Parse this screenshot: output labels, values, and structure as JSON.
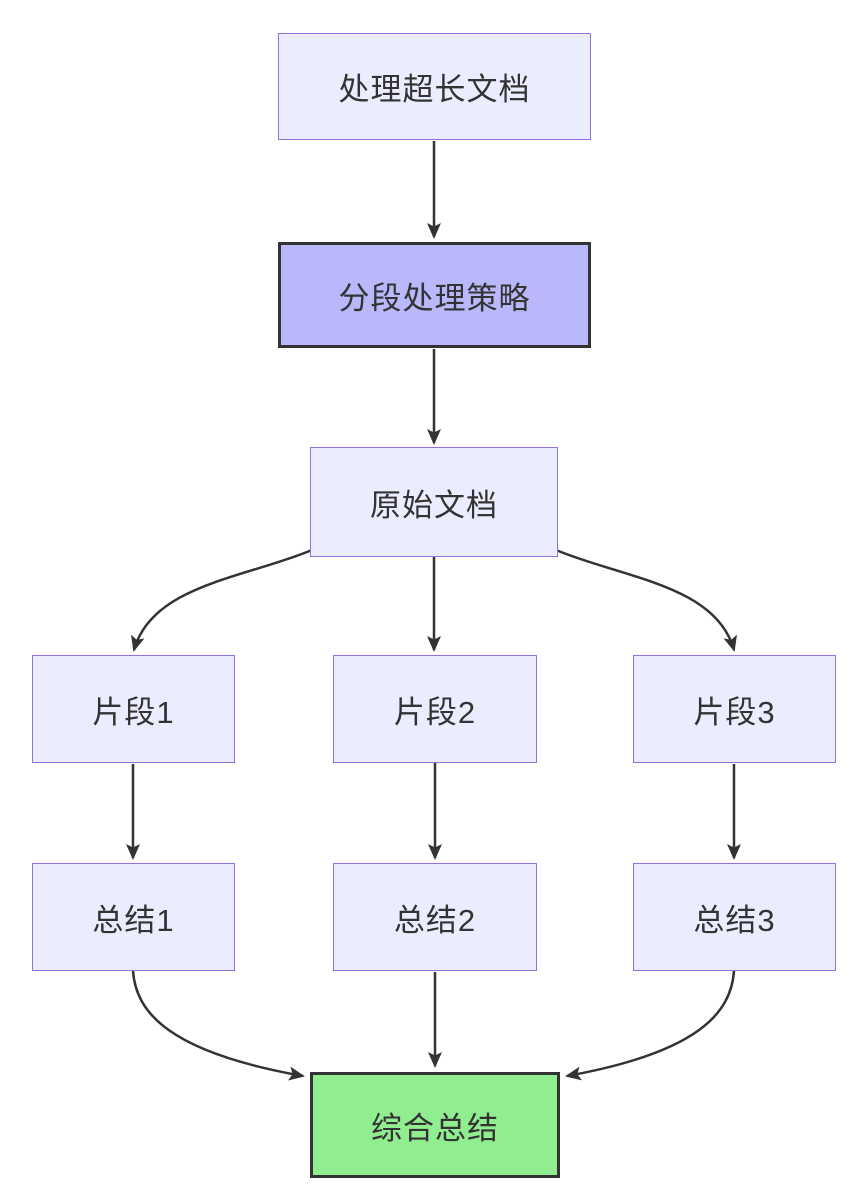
{
  "diagram": {
    "type": "flowchart",
    "direction": "top-down",
    "background_color": "#ffffff",
    "colors": {
      "default_node_fill": "#ECECFF",
      "default_node_border": "#9370DB",
      "emphasis_node_fill": "#B8B8FA",
      "emphasis_node_border": "#333333",
      "success_node_fill": "#90EE90",
      "success_node_border": "#333333",
      "edge_stroke": "#333333",
      "text_color": "#333333"
    },
    "nodes": [
      {
        "id": "A",
        "label": "处理超长文档",
        "style": "default"
      },
      {
        "id": "B",
        "label": "分段处理策略",
        "style": "emphasis"
      },
      {
        "id": "C",
        "label": "原始文档",
        "style": "default"
      },
      {
        "id": "P1",
        "label": "片段1",
        "style": "default"
      },
      {
        "id": "P2",
        "label": "片段2",
        "style": "default"
      },
      {
        "id": "P3",
        "label": "片段3",
        "style": "default"
      },
      {
        "id": "S1",
        "label": "总结1",
        "style": "default"
      },
      {
        "id": "S2",
        "label": "总结2",
        "style": "default"
      },
      {
        "id": "S3",
        "label": "总结3",
        "style": "default"
      },
      {
        "id": "G",
        "label": "综合总结",
        "style": "success"
      }
    ],
    "edges": [
      {
        "from": "处理超长文档",
        "to": "分段处理策略"
      },
      {
        "from": "分段处理策略",
        "to": "原始文档"
      },
      {
        "from": "原始文档",
        "to": "片段1"
      },
      {
        "from": "原始文档",
        "to": "片段2"
      },
      {
        "from": "原始文档",
        "to": "片段3"
      },
      {
        "from": "片段1",
        "to": "总结1"
      },
      {
        "from": "片段2",
        "to": "总结2"
      },
      {
        "from": "片段3",
        "to": "总结3"
      },
      {
        "from": "总结1",
        "to": "综合总结"
      },
      {
        "from": "总结2",
        "to": "综合总结"
      },
      {
        "from": "总结3",
        "to": "综合总结"
      }
    ]
  }
}
